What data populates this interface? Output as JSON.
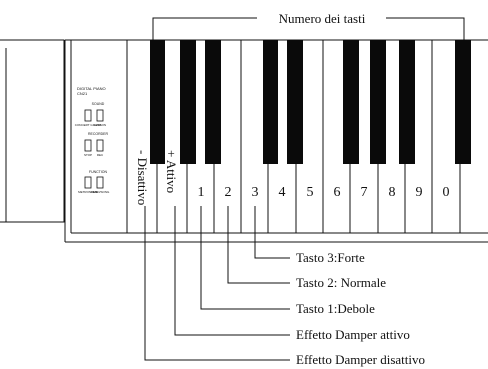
{
  "title": "Numero dei tasti",
  "panel": {
    "model_line1": "DIGITAL PIANO",
    "model_line2": "CN21",
    "groups": [
      {
        "header": "SOUND",
        "buttons": [
          "CONCERT GRAND",
          "LESSON"
        ]
      },
      {
        "header": "RECORDER",
        "buttons": [
          "STOP",
          "REC"
        ]
      },
      {
        "header": "FUNCTION",
        "buttons": [
          "METRONOME",
          "DEMO/SONG"
        ]
      }
    ]
  },
  "key_labels": {
    "minus": "- Disattivo",
    "plus": "+ Attivo",
    "digits": [
      "1",
      "2",
      "3",
      "4",
      "5",
      "6",
      "7",
      "8",
      "9",
      "0"
    ]
  },
  "callouts": [
    "Tasto 3:Forte",
    "Tasto 2: Normale",
    "Tasto 1:Debole",
    "Effetto Damper attivo",
    "Effetto Damper disattivo"
  ],
  "colors": {
    "ink": "#111111",
    "key_black": "#0a0a0a",
    "background": "#ffffff"
  }
}
